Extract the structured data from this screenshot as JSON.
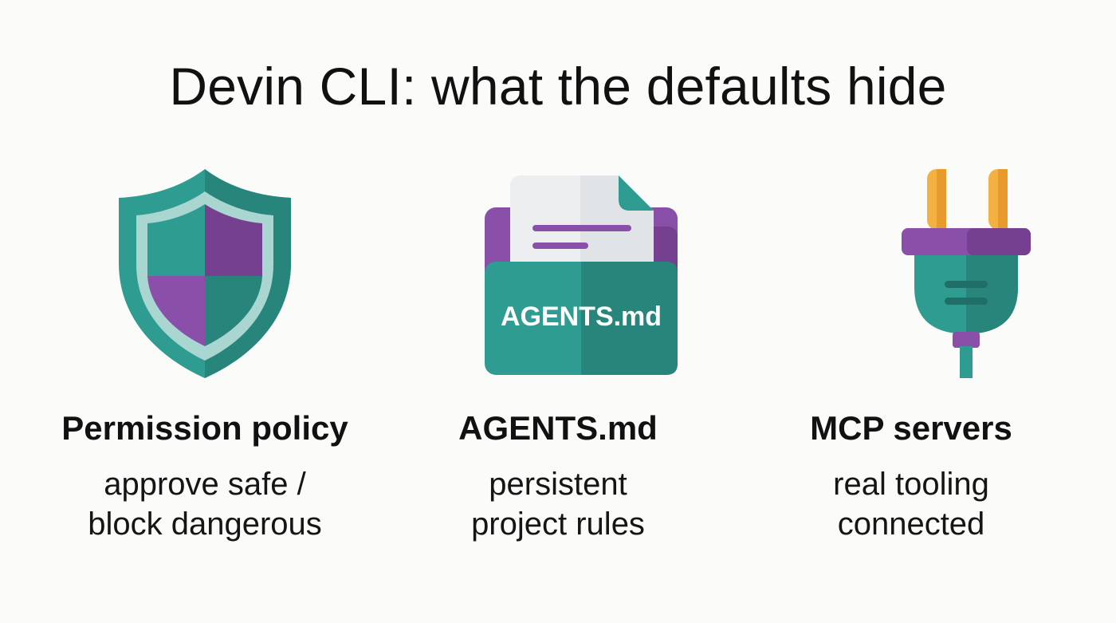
{
  "title": "Devin CLI: what the defaults hide",
  "features": [
    {
      "icon": "shield-icon",
      "title": "Permission policy",
      "description_lines": [
        "approve safe /",
        "block dangerous"
      ]
    },
    {
      "icon": "document-folder-icon",
      "icon_label": "AGENTS.md",
      "title": "AGENTS.md",
      "description_lines": [
        "persistent",
        "project rules"
      ]
    },
    {
      "icon": "plug-icon",
      "title": "MCP servers",
      "description_lines": [
        "real tooling",
        "connected"
      ]
    }
  ],
  "colors": {
    "teal": "#2f9c91",
    "teal_dark": "#27857c",
    "purple": "#8a4fa8",
    "purple_dark": "#74408f",
    "orange": "#f2b141",
    "orange_dark": "#e89a2c",
    "paper": "#eceef0",
    "background": "#fbfbf9"
  }
}
